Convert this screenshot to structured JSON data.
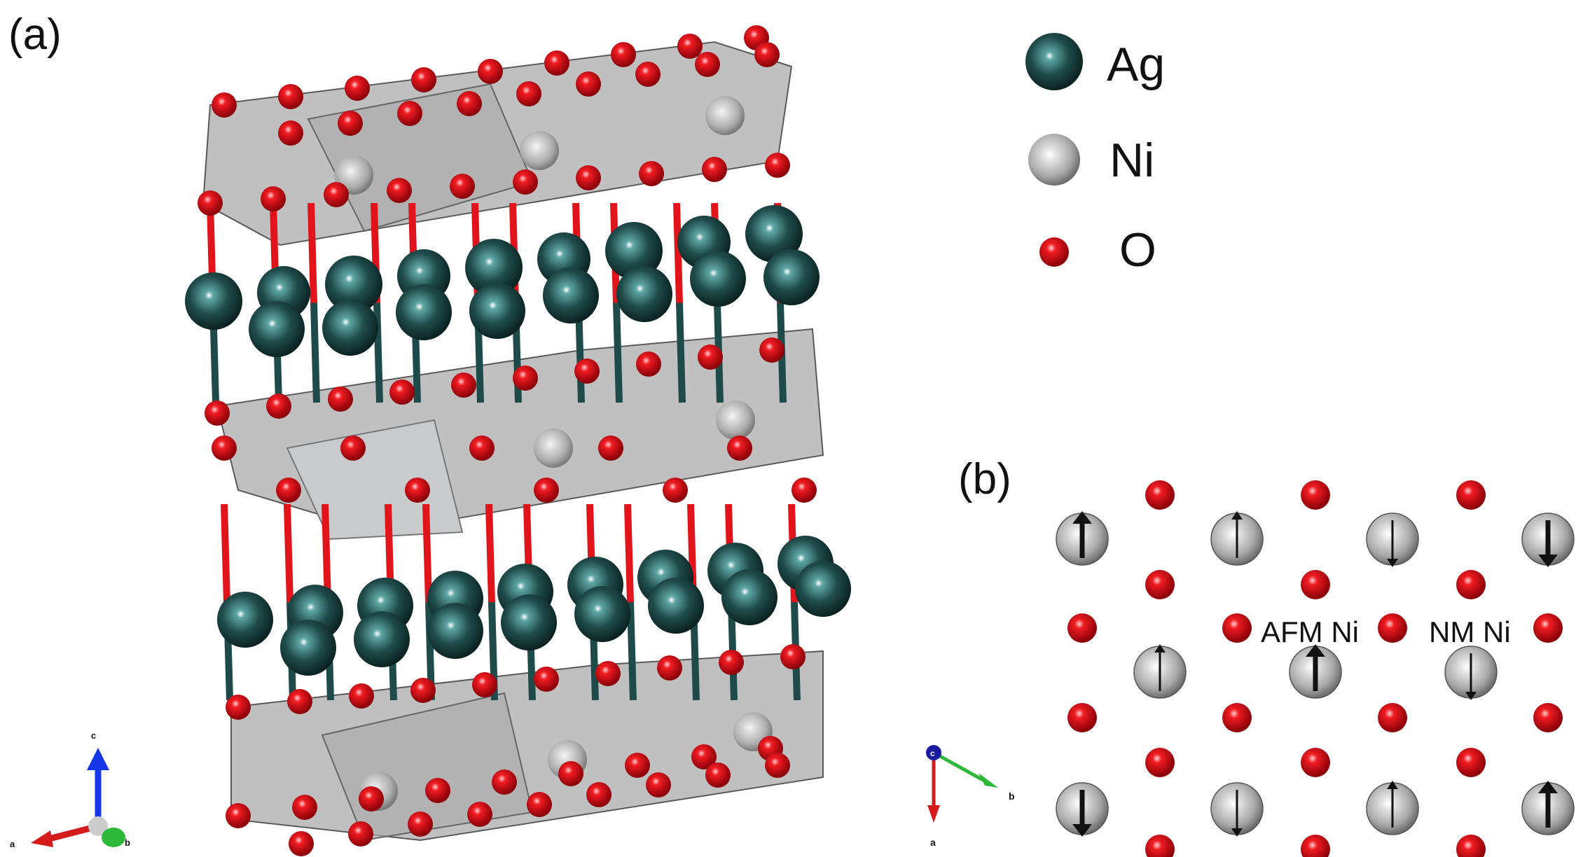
{
  "panels": {
    "a": {
      "label": "(a)"
    },
    "b": {
      "label": "(b)"
    }
  },
  "legend": [
    {
      "label": "Ag",
      "atom": "ag-atom-icon",
      "color": "#1f4a4a"
    },
    {
      "label": "Ni",
      "atom": "ni-atom-icon",
      "color": "#c4c4c4"
    },
    {
      "label": "O",
      "atom": "o-atom-icon",
      "color": "#e0141a"
    }
  ],
  "axes_a": {
    "x": "a",
    "y": "c",
    "z": "b",
    "colors": {
      "a": "#d41a1a",
      "c": "#1436e6",
      "b": "#2db83a"
    }
  },
  "axes_b": {
    "origin": "c",
    "x": "a",
    "y": "b",
    "colors": {
      "a": "#d41a1a",
      "b": "#2db83a",
      "c": "#1a1aa0"
    }
  },
  "spin_map": {
    "afm_label": "AFM Ni",
    "nm_label": "NM Ni",
    "spins": [
      {
        "row": 1,
        "col": 1,
        "spin": "up",
        "strength": "strong"
      },
      {
        "row": 1,
        "col": 2,
        "spin": "up",
        "strength": "weak"
      },
      {
        "row": 1,
        "col": 3,
        "spin": "down",
        "strength": "weak"
      },
      {
        "row": 1,
        "col": 4,
        "spin": "down",
        "strength": "strong"
      },
      {
        "row": 2,
        "col": 1,
        "spin": "up",
        "strength": "weak"
      },
      {
        "row": 2,
        "col": 2,
        "spin": "up",
        "strength": "strong"
      },
      {
        "row": 2,
        "col": 3,
        "spin": "down",
        "strength": "weak"
      },
      {
        "row": 3,
        "col": 1,
        "spin": "down",
        "strength": "strong"
      },
      {
        "row": 3,
        "col": 2,
        "spin": "down",
        "strength": "weak"
      },
      {
        "row": 3,
        "col": 3,
        "spin": "up",
        "strength": "weak"
      },
      {
        "row": 3,
        "col": 4,
        "spin": "up",
        "strength": "strong"
      }
    ]
  }
}
